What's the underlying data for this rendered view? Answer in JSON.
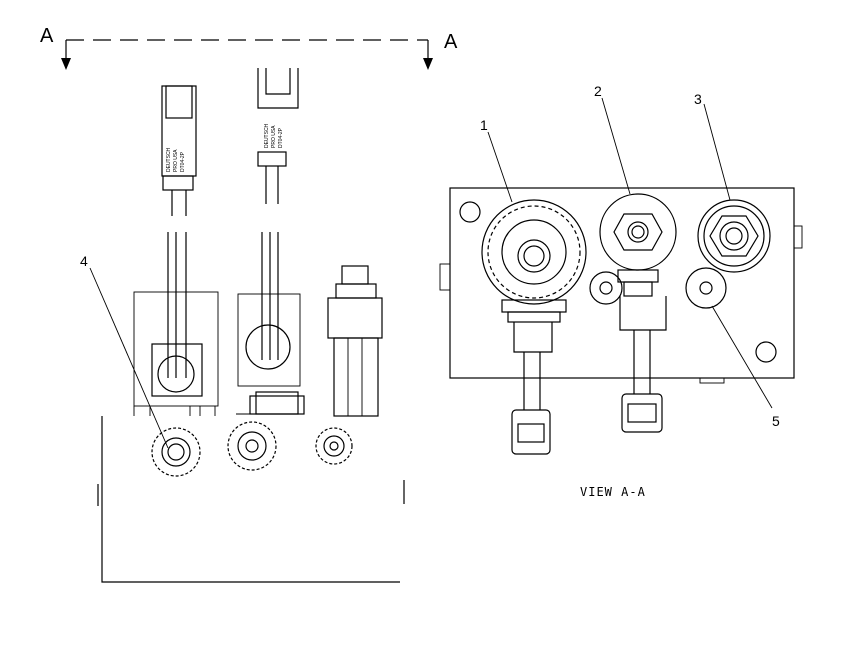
{
  "section_marker": {
    "left": "A",
    "right": "A"
  },
  "view_label": "VIEW A-A",
  "callouts": [
    "1",
    "2",
    "3",
    "4",
    "5"
  ],
  "connector_text": {
    "left": [
      "DEUTSCH",
      "PRO USA",
      "DT04-2P"
    ],
    "right": [
      "DEUTSCH",
      "PRO USA",
      "DT04-2P"
    ]
  }
}
